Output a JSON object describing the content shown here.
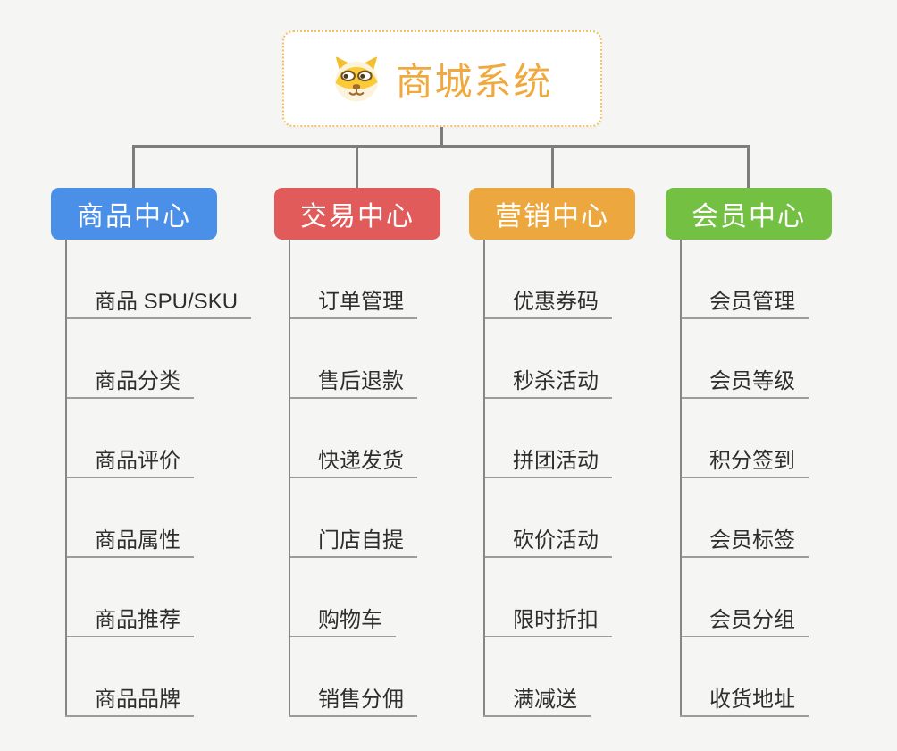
{
  "canvas": {
    "background": "#F5F5F4",
    "connector_color": "#7D7D7D",
    "child_text_color": "#2E2E2E",
    "underline_color": "#9C9C9C"
  },
  "root": {
    "title": "商城系统",
    "icon": "shiba-dog-icon",
    "title_color": "#F0A93F",
    "border_color": "#F3C06A",
    "background": "#FFFFFF"
  },
  "branches": [
    {
      "label": "商品中心",
      "color": "#4A90E8",
      "children": [
        "商品 SPU/SKU",
        "商品分类",
        "商品评价",
        "商品属性",
        "商品推荐",
        "商品品牌"
      ]
    },
    {
      "label": "交易中心",
      "color": "#E25B5B",
      "children": [
        "订单管理",
        "售后退款",
        "快递发货",
        "门店自提",
        "购物车",
        "销售分佣"
      ]
    },
    {
      "label": "营销中心",
      "color": "#ECA83E",
      "children": [
        "优惠券码",
        "秒杀活动",
        "拼团活动",
        "砍价活动",
        "限时折扣",
        "满减送"
      ]
    },
    {
      "label": "会员中心",
      "color": "#74C043",
      "children": [
        "会员管理",
        "会员等级",
        "积分签到",
        "会员标签",
        "会员分组",
        "收货地址"
      ]
    }
  ]
}
